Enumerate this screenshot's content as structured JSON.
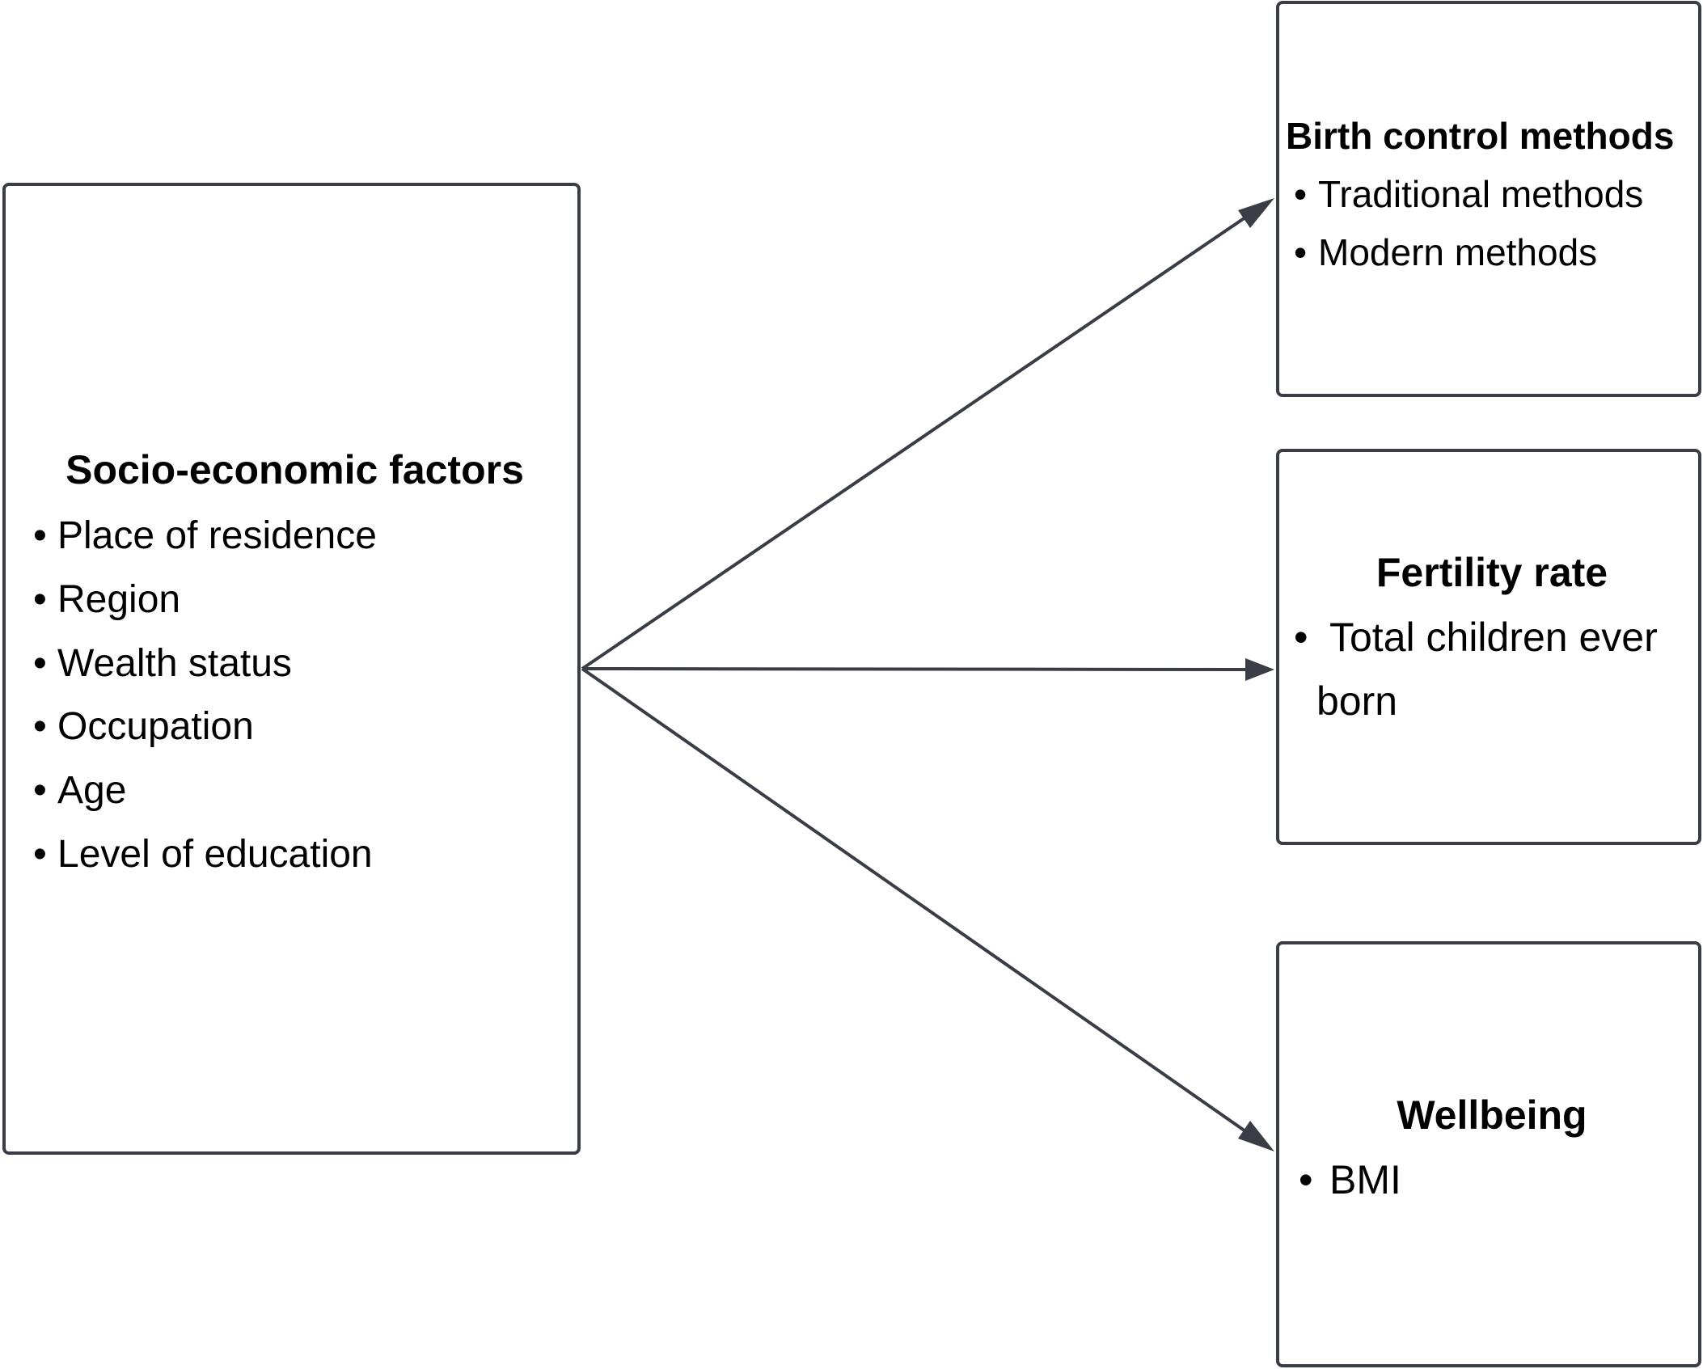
{
  "socio": {
    "title": "Socio-economic factors",
    "bullet": "•",
    "items": [
      "Place of residence",
      "Region",
      "Wealth status",
      "Occupation",
      "Age",
      "Level of education"
    ]
  },
  "birth_control": {
    "title": "Birth control methods",
    "bullet": "•",
    "items": [
      "Traditional methods",
      "Modern methods"
    ]
  },
  "fertility": {
    "title": "Fertility rate",
    "bullet": "•",
    "item_line1": "Total children ever",
    "item_line2": "born"
  },
  "wellbeing": {
    "title": "Wellbeing",
    "bullet": "•",
    "items": [
      "BMI"
    ]
  },
  "colors": {
    "stroke": "#3a3d45",
    "text": "#000000",
    "background": "#ffffff"
  }
}
